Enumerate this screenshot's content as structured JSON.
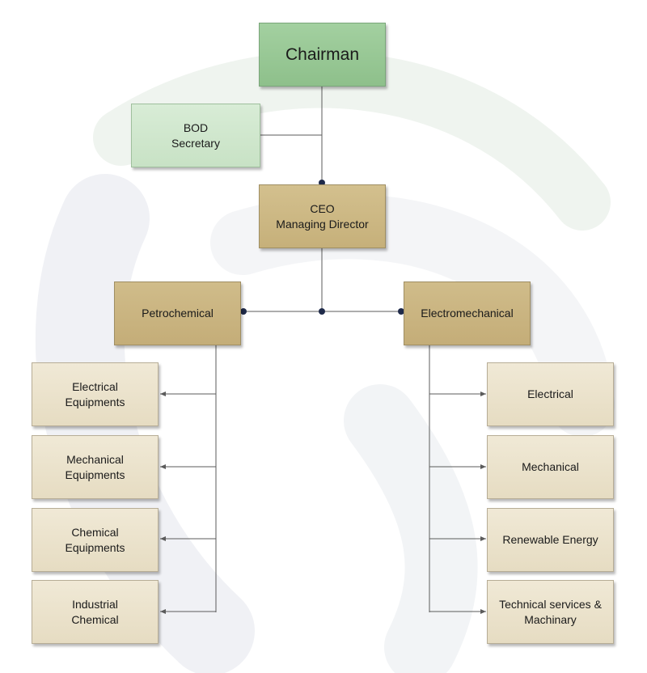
{
  "chairman": "Chairman",
  "bod": [
    "BOD",
    "Secretary"
  ],
  "ceo": [
    "CEO",
    "Managing Director"
  ],
  "petrochemical": {
    "title": "Petrochemical",
    "children": [
      [
        "Electrical",
        "Equipments"
      ],
      [
        "Mechanical",
        "Equipments"
      ],
      [
        "Chemical",
        "Equipments"
      ],
      [
        "Industrial",
        "Chemical"
      ]
    ]
  },
  "electromechanical": {
    "title": "Electromechanical",
    "children": [
      [
        "Electrical"
      ],
      [
        "Mechanical"
      ],
      [
        "Renewable Energy"
      ],
      [
        "Technical services &",
        "Machinary"
      ]
    ]
  },
  "colors": {
    "chairman": "#97c794",
    "bod": "#cfe6cc",
    "ceo": "#ccb884",
    "division": "#cab582",
    "sub": "#ebe2cc",
    "connector": "#5b5b5b",
    "dot": "#1f2a4a"
  }
}
